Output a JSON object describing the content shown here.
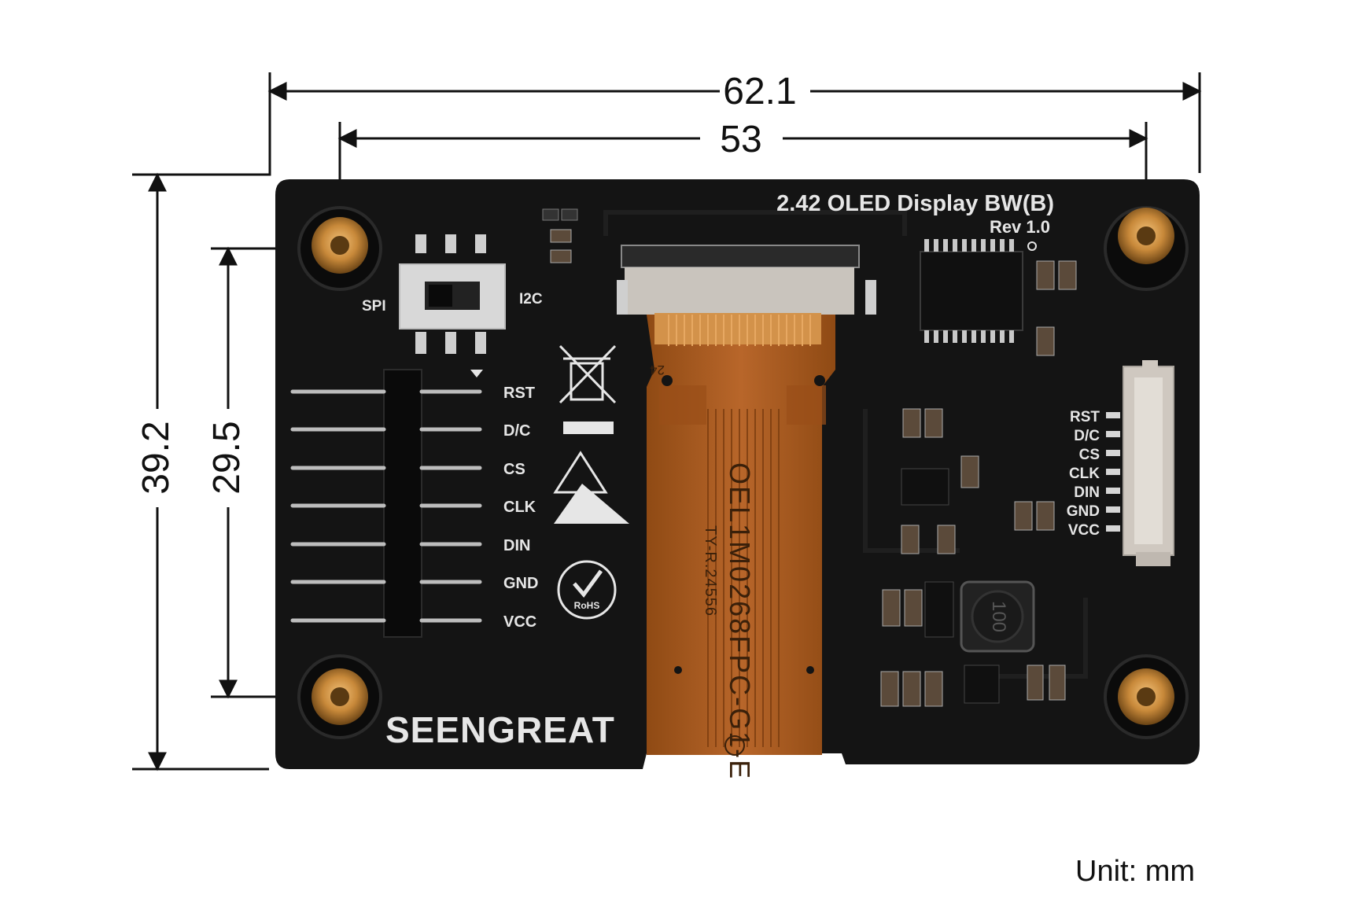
{
  "dimensions": {
    "overall_width": "62.1",
    "hole_spacing_width": "53",
    "overall_height": "39.2",
    "hole_spacing_height": "29.5",
    "unit_label": "Unit: mm"
  },
  "board": {
    "title": "2.42 OLED Display BW(B)",
    "revision": "Rev 1.0",
    "brand": "SEENGREAT",
    "switch_left_label": "SPI",
    "switch_right_label": "I2C",
    "left_header_pins": [
      "RST",
      "D/C",
      "CS",
      "CLK",
      "DIN",
      "GND",
      "VCC"
    ],
    "right_connector_pins": [
      "RST",
      "D/C",
      "CS",
      "CLK",
      "DIN",
      "GND",
      "VCC"
    ],
    "fpc_part_number": "OEL1M0268FPC-G1-E",
    "fpc_batch": "TY-R.24556",
    "inductor_marking": "100",
    "fpc_pin_marker": "24",
    "rohs_label": "RoHS"
  },
  "colors": {
    "pcb": "#141414",
    "silkscreen": "#e6e6e6",
    "brass": "#c8893a",
    "fpc": "#a85a1c",
    "connector": "#cfc8c0"
  }
}
